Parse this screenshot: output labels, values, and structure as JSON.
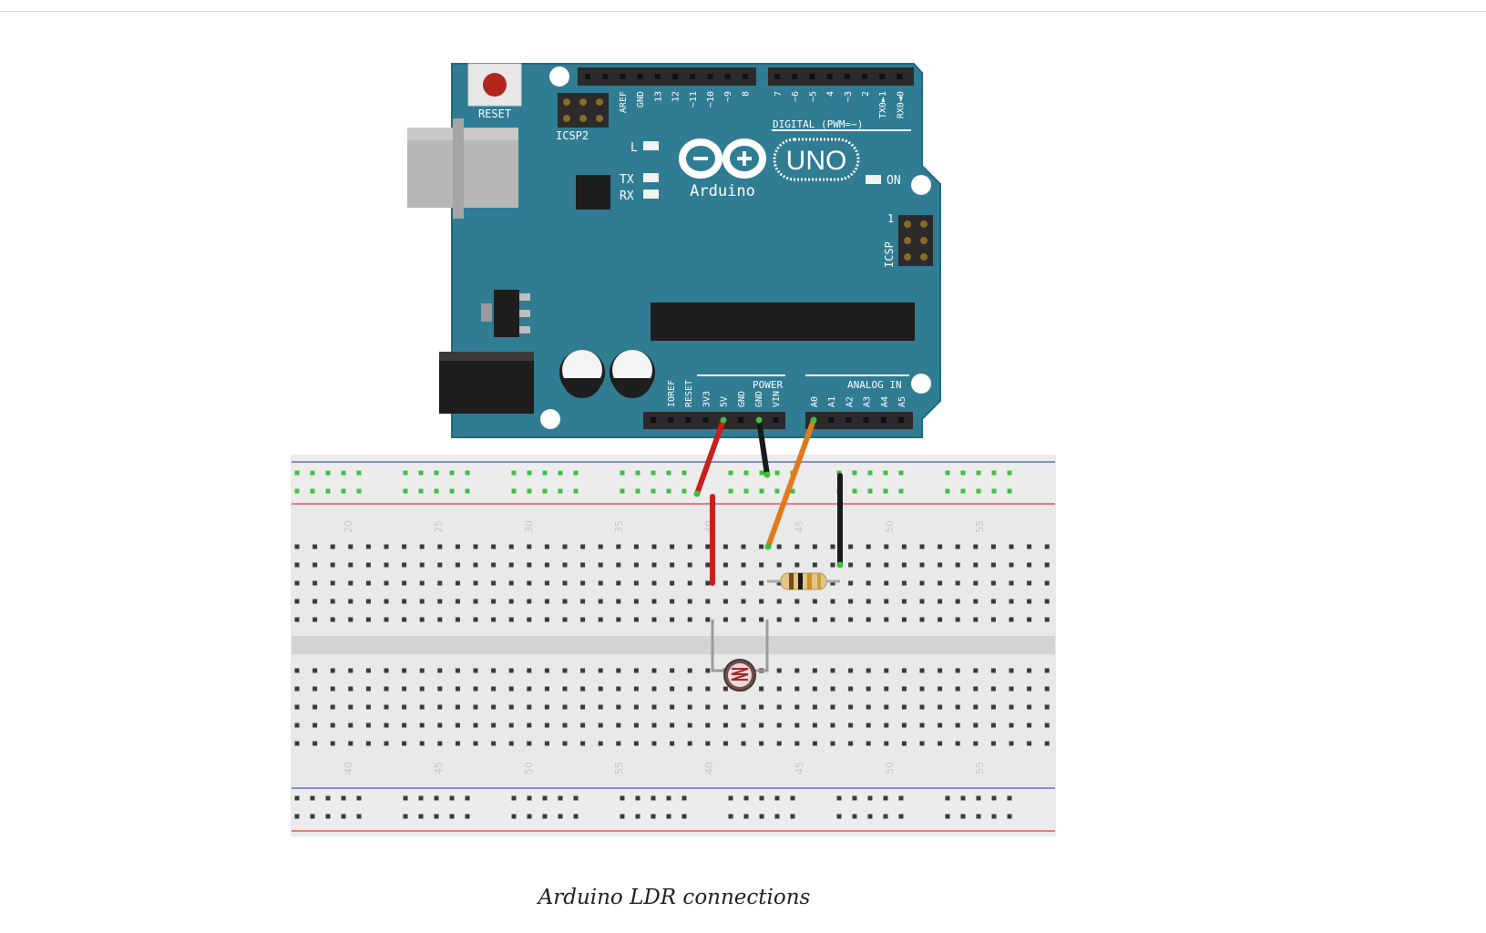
{
  "board": {
    "reset_label": "RESET",
    "icsp2_label": "ICSP2",
    "icsp_label": "ICSP",
    "icsp_pin1": "1",
    "led_l": "L",
    "led_tx": "TX",
    "led_rx": "RX",
    "led_on": "ON",
    "logo_text": "Arduino",
    "uno_text": "UNO",
    "digital_label": "DIGITAL (PWM=~)",
    "power_label": "POWER",
    "analog_label": "ANALOG IN",
    "digital_pins_left": [
      "AREF",
      "GND",
      "13",
      "12",
      "~11",
      "~10",
      "~9",
      "8"
    ],
    "digital_pins_right": [
      "7",
      "~6",
      "~5",
      "4",
      "~3",
      "2",
      "TX0►1",
      "RX0◄0"
    ],
    "power_pins": [
      "IOREF",
      "RESET",
      "3V3",
      "5V",
      "GND",
      "GND",
      "VIN"
    ],
    "analog_pins": [
      "A0",
      "A1",
      "A2",
      "A3",
      "A4",
      "A5"
    ]
  },
  "breadboard": {
    "top_numbers": [
      "20",
      "25",
      "30",
      "35",
      "40",
      "45",
      "50",
      "55"
    ],
    "bottom_numbers": [
      "40",
      "45",
      "50",
      "55",
      "40",
      "45",
      "50",
      "55"
    ]
  },
  "wires": [
    {
      "name": "5v-wire",
      "color": "#c8201c"
    },
    {
      "name": "gnd-wire",
      "color": "#1a1a1a"
    },
    {
      "name": "a0-wire",
      "color": "#e07b1c"
    }
  ],
  "colors": {
    "board": "#2f7c93",
    "header": "#2b2b2b",
    "active_hole": "#3fbf3f",
    "rail_blue": "#5b6fd6",
    "rail_red": "#e05a5a"
  },
  "caption": "Arduino LDR connections"
}
